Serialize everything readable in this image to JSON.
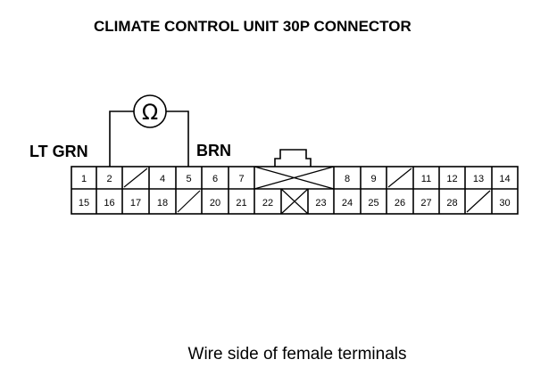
{
  "title": "CLIMATE CONTROL UNIT 30P CONNECTOR",
  "meter_symbol": "Ω",
  "wires": {
    "left": "LT GRN",
    "right": "BRN"
  },
  "connector": {
    "top_row": [
      "1",
      "2",
      "",
      "4",
      "5",
      "6",
      "7",
      "",
      "",
      "",
      "8",
      "9",
      "",
      "11",
      "12",
      "13",
      "14"
    ],
    "bottom_row": [
      "15",
      "16",
      "17",
      "18",
      "",
      "20",
      "21",
      "22",
      "",
      "23",
      "24",
      "25",
      "26",
      "27",
      "28",
      "",
      "30"
    ],
    "blank_cells_top": [
      2,
      12
    ],
    "blank_cells_bottom": [
      4,
      15
    ]
  },
  "caption": "Wire side of female terminals"
}
